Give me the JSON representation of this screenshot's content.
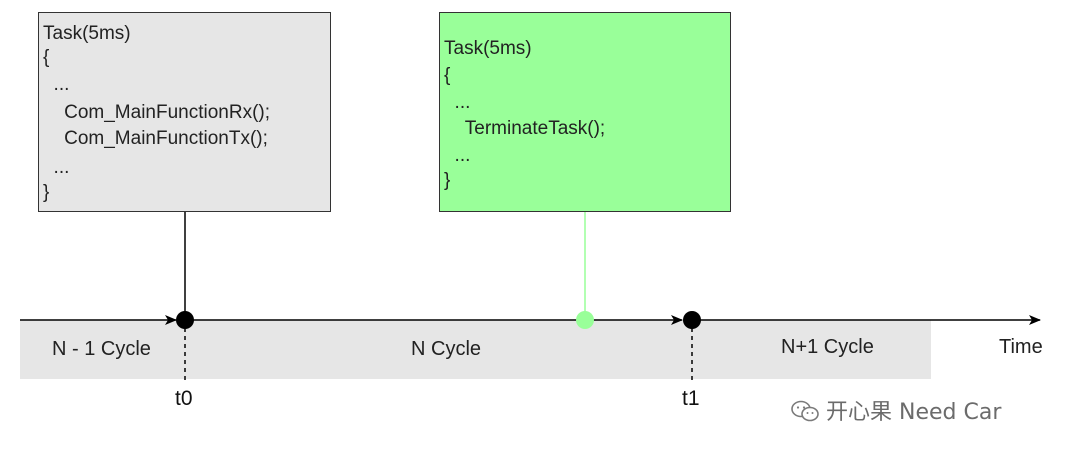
{
  "task_box_1": {
    "lines": [
      "Task(5ms)",
      "{",
      "  ...",
      "    Com_MainFunctionRx();",
      "    Com_MainFunctionTx();",
      "  ...",
      "}"
    ],
    "fill": "#e6e6e6"
  },
  "task_box_2": {
    "lines": [
      "Task(5ms)",
      "{",
      "  ...",
      "    TerminateTask();",
      "  ...",
      "}"
    ],
    "fill": "#99ff99"
  },
  "cycles": {
    "prev": "N - 1 Cycle",
    "current": "N Cycle",
    "next": "N+1 Cycle",
    "band_color": "#e6e6e6"
  },
  "axis": {
    "label": "Time",
    "t0": "t0",
    "t1": "t1"
  },
  "markers": {
    "event_color": "#000000",
    "terminate_color": "#99ff99"
  },
  "watermark": {
    "text": "开心果 Need Car",
    "icon": "wechat-icon"
  }
}
